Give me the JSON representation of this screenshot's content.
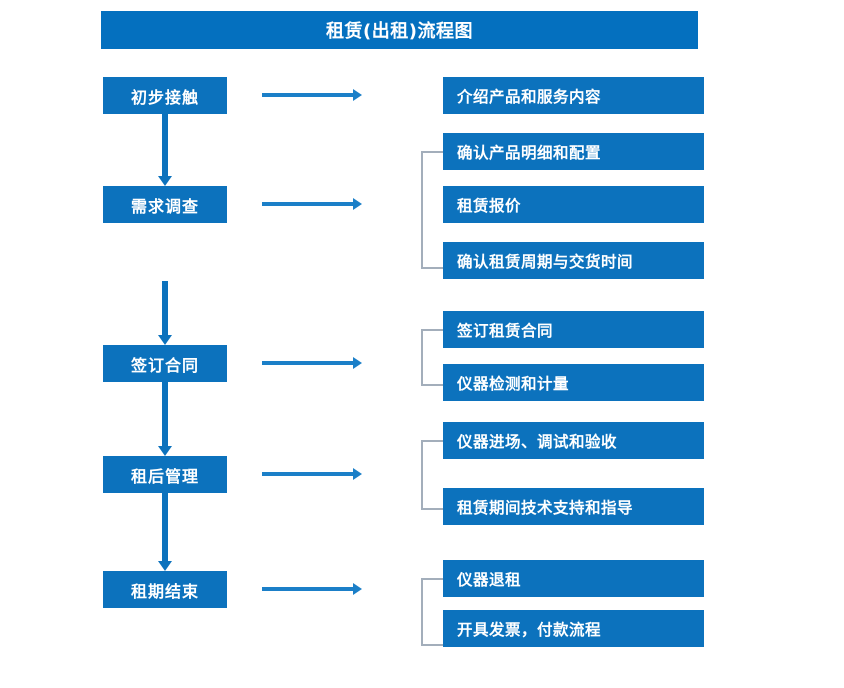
{
  "title": "租赁(出租)流程图",
  "colors": {
    "title_bar": "#0470bf",
    "node_fill": "#0c72bd",
    "node_text": "#ffffff",
    "h_arrow": "#1b7fc8",
    "v_arrow": "#0c72bd",
    "bracket": "#a3aebb",
    "background": "#ffffff"
  },
  "stages": [
    {
      "id": "initial-contact",
      "label": "初步接触"
    },
    {
      "id": "demand-survey",
      "label": "需求调查"
    },
    {
      "id": "sign-contract",
      "label": "签订合同"
    },
    {
      "id": "post-rent-manage",
      "label": "租后管理"
    },
    {
      "id": "lease-end",
      "label": "租期结束"
    }
  ],
  "details": {
    "initial_contact": [
      {
        "label": "介绍产品和服务内容"
      }
    ],
    "demand_survey": [
      {
        "label": "确认产品明细和配置"
      },
      {
        "label": "租赁报价"
      },
      {
        "label": "确认租赁周期与交货时间"
      }
    ],
    "sign_contract": [
      {
        "label": "签订租赁合同"
      },
      {
        "label": "仪器检测和计量"
      }
    ],
    "post_rent_manage": [
      {
        "label": "仪器进场、调试和验收"
      },
      {
        "label": "租赁期间技术支持和指导"
      }
    ],
    "lease_end": [
      {
        "label": "仪器退租"
      },
      {
        "label": "开具发票，付款流程"
      }
    ]
  },
  "chart_data": {
    "type": "diagram",
    "diagram_kind": "flowchart",
    "title": "租赁(出租)流程图",
    "orientation": "vertical-with-right-branches",
    "nodes": [
      {
        "id": "initial-contact",
        "label": "初步接触",
        "column": "left",
        "order": 1
      },
      {
        "id": "demand-survey",
        "label": "需求调查",
        "column": "left",
        "order": 2
      },
      {
        "id": "sign-contract",
        "label": "签订合同",
        "column": "left",
        "order": 3
      },
      {
        "id": "post-rent-manage",
        "label": "租后管理",
        "column": "left",
        "order": 4
      },
      {
        "id": "lease-end",
        "label": "租期结束",
        "column": "left",
        "order": 5
      },
      {
        "id": "d1",
        "label": "介绍产品和服务内容",
        "column": "right",
        "parent": "initial-contact"
      },
      {
        "id": "d2",
        "label": "确认产品明细和配置",
        "column": "right",
        "parent": "demand-survey"
      },
      {
        "id": "d3",
        "label": "租赁报价",
        "column": "right",
        "parent": "demand-survey"
      },
      {
        "id": "d4",
        "label": "确认租赁周期与交货时间",
        "column": "right",
        "parent": "demand-survey"
      },
      {
        "id": "d5",
        "label": "签订租赁合同",
        "column": "right",
        "parent": "sign-contract"
      },
      {
        "id": "d6",
        "label": "仪器检测和计量",
        "column": "right",
        "parent": "sign-contract"
      },
      {
        "id": "d7",
        "label": "仪器进场、调试和验收",
        "column": "right",
        "parent": "post-rent-manage"
      },
      {
        "id": "d8",
        "label": "租赁期间技术支持和指导",
        "column": "right",
        "parent": "post-rent-manage"
      },
      {
        "id": "d9",
        "label": "仪器退租",
        "column": "right",
        "parent": "lease-end"
      },
      {
        "id": "d10",
        "label": "开具发票，付款流程",
        "column": "right",
        "parent": "lease-end"
      }
    ],
    "edges": [
      {
        "from": "initial-contact",
        "to": "demand-survey",
        "type": "vertical-arrow"
      },
      {
        "from": "demand-survey",
        "to": "sign-contract",
        "type": "vertical-arrow"
      },
      {
        "from": "sign-contract",
        "to": "post-rent-manage",
        "type": "vertical-arrow"
      },
      {
        "from": "post-rent-manage",
        "to": "lease-end",
        "type": "vertical-arrow"
      },
      {
        "from": "initial-contact",
        "to": "d1",
        "type": "horizontal-arrow"
      },
      {
        "from": "demand-survey",
        "to": "d2,d3,d4",
        "type": "horizontal-arrow-bracket"
      },
      {
        "from": "sign-contract",
        "to": "d5,d6",
        "type": "horizontal-arrow-bracket"
      },
      {
        "from": "post-rent-manage",
        "to": "d7,d8",
        "type": "horizontal-arrow-bracket"
      },
      {
        "from": "lease-end",
        "to": "d9,d10",
        "type": "horizontal-arrow-bracket"
      }
    ]
  }
}
